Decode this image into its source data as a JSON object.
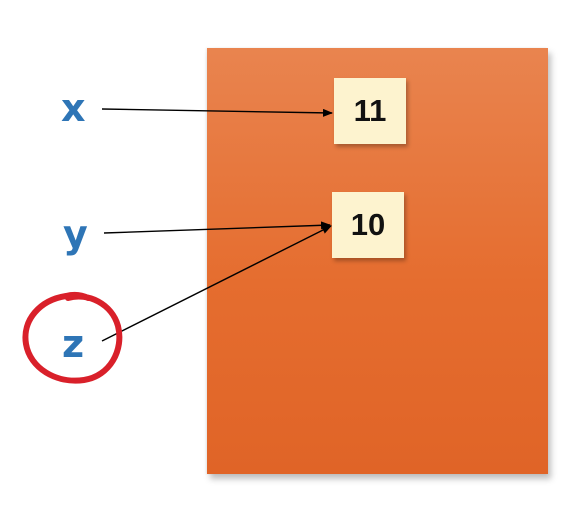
{
  "variables": {
    "x": "x",
    "y": "y",
    "z": "z"
  },
  "values": {
    "first": "11",
    "second": "10"
  },
  "colors": {
    "memory_fill": "#e56d2f",
    "value_box_fill": "#fdf3cf",
    "label_color": "#2e75b6",
    "highlight_circle": "#d9202a",
    "arrow_color": "#000000"
  },
  "icons": {
    "highlight": "red-circle-annotation"
  }
}
